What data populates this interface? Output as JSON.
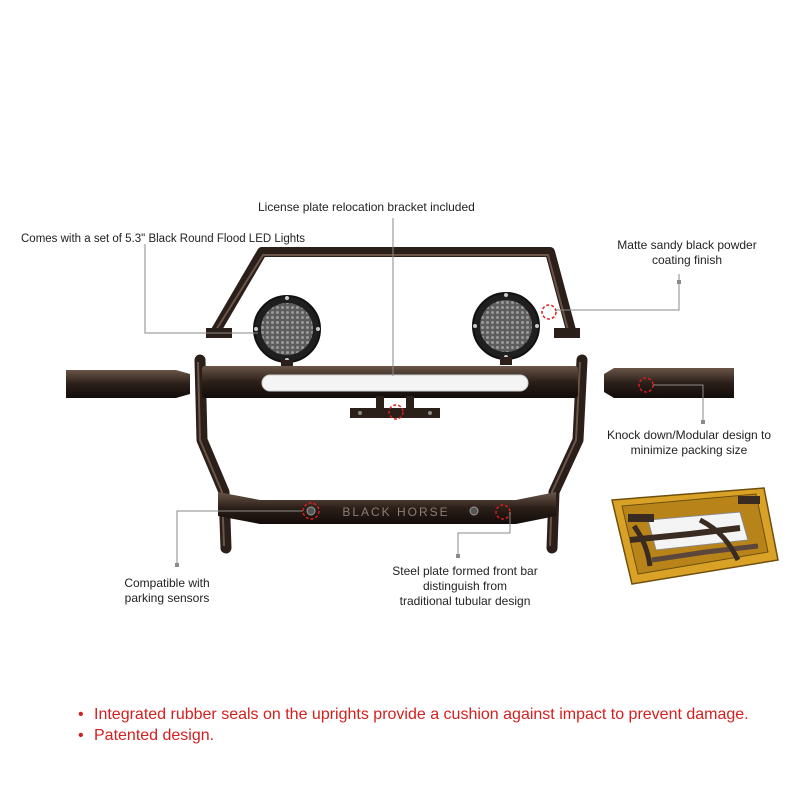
{
  "callouts": {
    "license": "License plate relocation bracket included",
    "led": "Comes with a set of 5.3\" Black Round Flood LED Lights",
    "matte_line1": "Matte sandy black powder",
    "matte_line2": "coating finish",
    "knock_line1": "Knock down/Modular design to",
    "knock_line2": "minimize  packing size",
    "sensor_line1": "Compatible with",
    "sensor_line2": "parking sensors",
    "steel_line1": "Steel plate formed  front  bar",
    "steel_line2": "distinguish from",
    "steel_line3": "traditional tubular design"
  },
  "bar_text": "BLACK HORSE",
  "bullets": [
    "Integrated rubber seals on the uprights provide a cushion against impact to prevent damage.",
    "Patented design."
  ],
  "colors": {
    "frame": "#2b1f19",
    "frame_highlight": "#5a463b",
    "marker": "#d81e1e",
    "leader": "#8a8a8a",
    "box": "#d9a227",
    "bullet_text": "#d41f1f"
  }
}
